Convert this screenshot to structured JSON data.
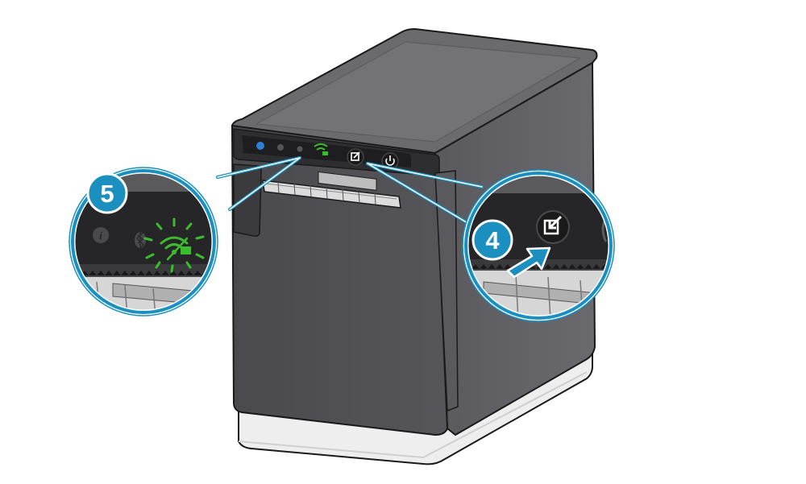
{
  "colors": {
    "background": "#ffffff",
    "body_dark": "#4b4b4f",
    "body_mid": "#5c5c60",
    "top_surface": "#666669",
    "panel": "#2a2a2c",
    "base": "#eeeeee",
    "accent_blue": "#1a8fc0",
    "led_green": "#3dbb2f",
    "led_blue": "#2f7fd8"
  },
  "callouts": {
    "step5": {
      "label": "5",
      "description_icon": "wifi-wps-led-blinking"
    },
    "step4": {
      "label": "4",
      "description_icon": "feed-button-press"
    }
  },
  "panel_icons": [
    "power-led-icon",
    "info-icon",
    "bluetooth-icon",
    "wifi-icon",
    "feed-button-icon",
    "power-button-icon"
  ]
}
